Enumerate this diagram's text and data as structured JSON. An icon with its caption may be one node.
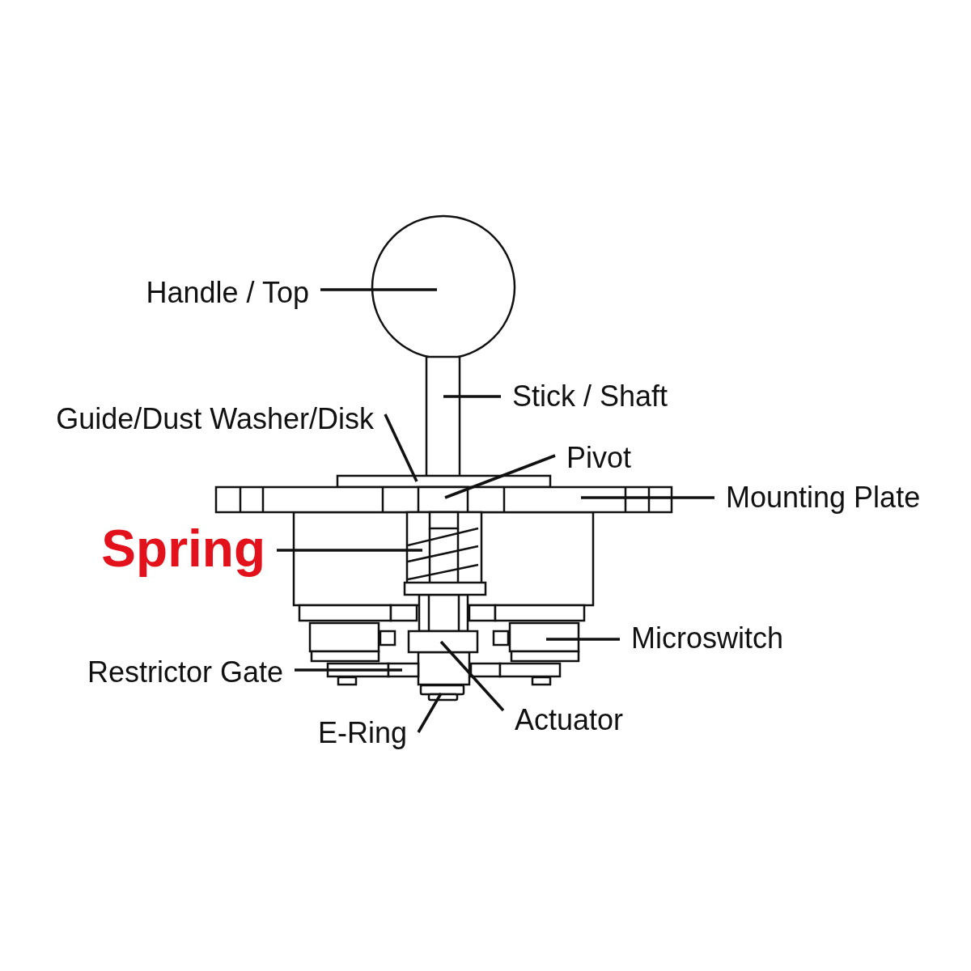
{
  "diagram": {
    "nodes": [
      {
        "text": [
          "Handle / Top"
        ]
      },
      {
        "text": [
          "Stick / Shaft"
        ]
      },
      {
        "text": [
          "Guide/Dust Washer/Disk"
        ]
      },
      {
        "text": [
          "Pivot"
        ]
      },
      {
        "text": [
          "Mounting Plate"
        ]
      },
      {
        "text": [
          "Spring"
        ]
      },
      {
        "text": [
          "Microswitch"
        ]
      },
      {
        "text": [
          "Restrictor Gate"
        ]
      },
      {
        "text": [
          "E-Ring"
        ]
      },
      {
        "text": [
          "Actuator"
        ]
      },
      {
        "text": [],
        "shape": "circle"
      },
      {
        "text": [],
        "shape": "bar"
      },
      {
        "text": [],
        "shape": "bar"
      },
      {
        "text": [],
        "shape": "bar"
      },
      {
        "text": [],
        "shape": "box",
        "in": 13
      },
      {
        "text": [],
        "shape": "spring"
      },
      {
        "text": [],
        "shape": "box"
      },
      {
        "text": [],
        "shape": "box"
      },
      {
        "text": [],
        "shape": "box"
      },
      {
        "text": [],
        "shape": "bar"
      },
      {
        "text": [],
        "shape": "ring"
      }
    ],
    "edges": [
      {
        "from": 0,
        "to": 10,
        "arrow": "none"
      },
      {
        "from": 1,
        "to": 11,
        "arrow": "none"
      },
      {
        "from": 2,
        "to": 12,
        "arrow": "none"
      },
      {
        "from": 3,
        "to": 14,
        "arrow": "none"
      },
      {
        "from": 4,
        "to": 13,
        "arrow": "none"
      },
      {
        "from": 5,
        "to": 15,
        "arrow": "none"
      },
      {
        "from": 6,
        "to": 18,
        "arrow": "none"
      },
      {
        "from": 7,
        "to": 19,
        "arrow": "none"
      },
      {
        "from": 8,
        "to": 20,
        "arrow": "none"
      },
      {
        "from": 9,
        "to": 17,
        "arrow": "none"
      }
    ]
  }
}
